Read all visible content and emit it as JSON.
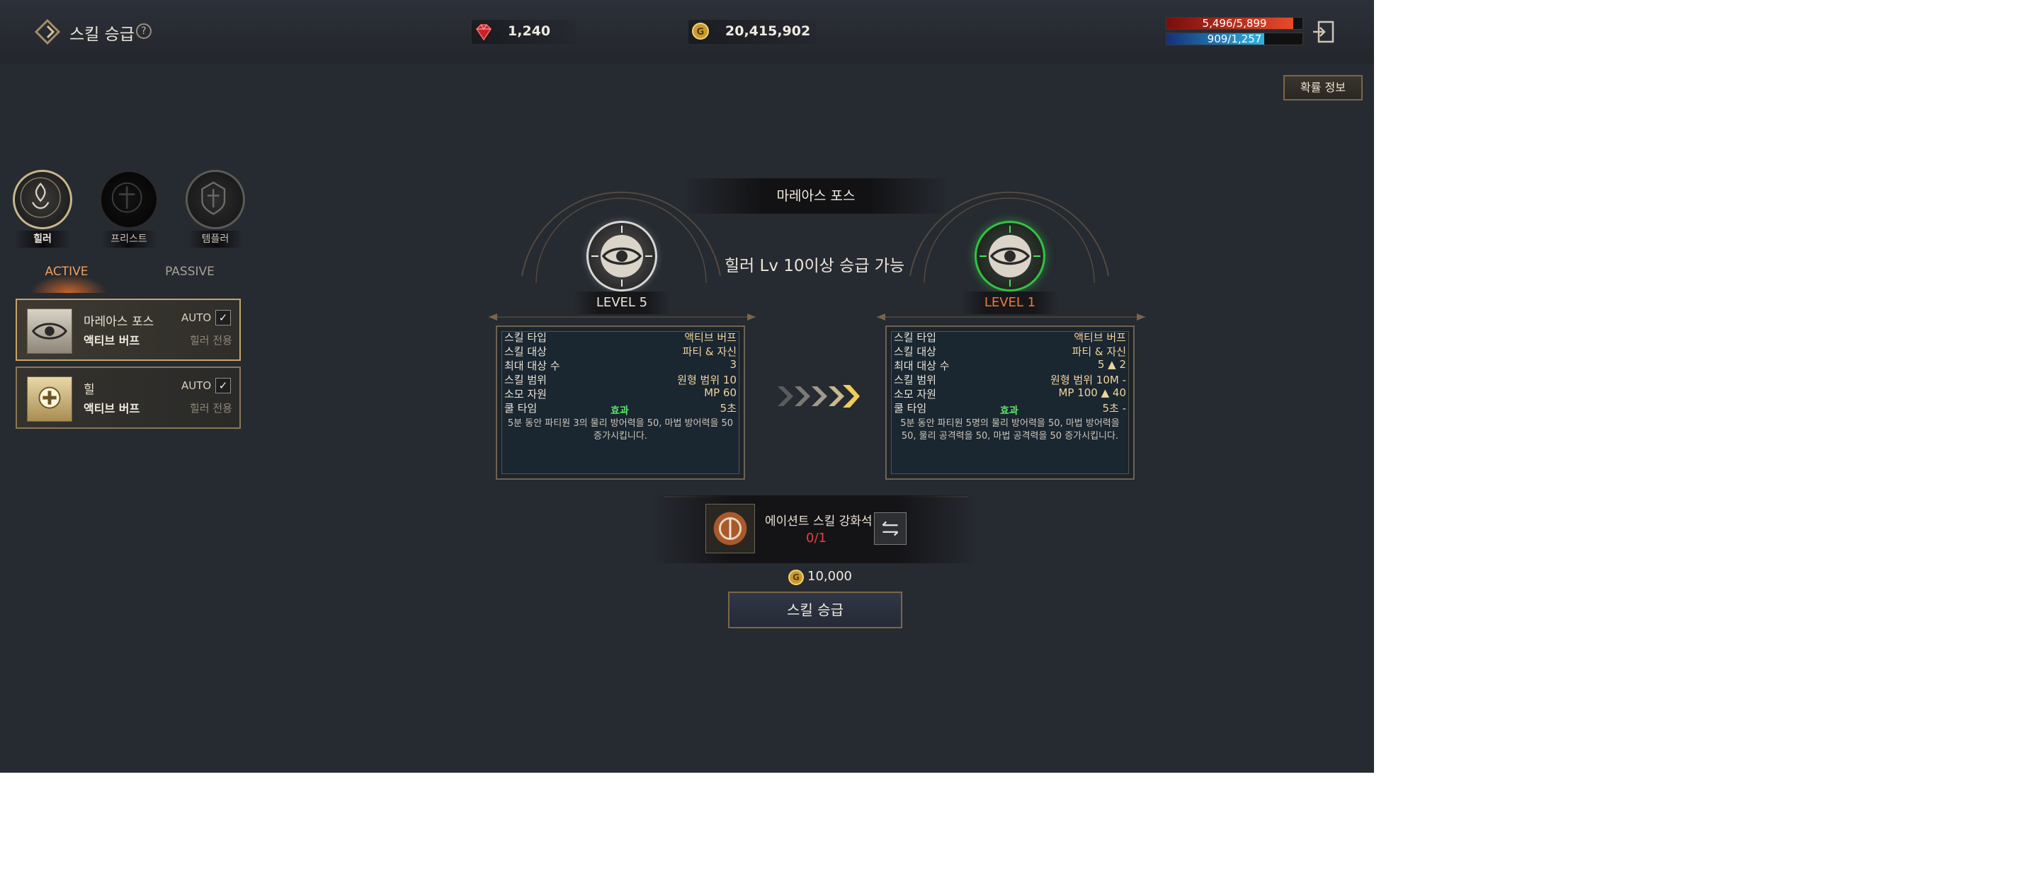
{
  "header": {
    "title": "스킬 승급",
    "help_icon": "?",
    "gems": "1,240",
    "gold": "20,415,902",
    "hp": "5,496/5,899",
    "mp": "909/1,257",
    "hp_ratio": 0.93,
    "mp_ratio": 0.72
  },
  "probability_button": "확률 정보",
  "classes": [
    {
      "label": "힐러",
      "selected": true
    },
    {
      "label": "프리스트",
      "selected": false
    },
    {
      "label": "템플러",
      "selected": false
    }
  ],
  "tabs": {
    "active": "ACTIVE",
    "passive": "PASSIVE"
  },
  "skills": [
    {
      "name": "마레아스 포스",
      "type": "액티브 버프",
      "auto": "AUTO",
      "class_only": "힐러 전용",
      "selected": true
    },
    {
      "name": "힐",
      "type": "액티브 버프",
      "auto": "AUTO",
      "class_only": "힐러 전용",
      "selected": false
    }
  ],
  "upgrade": {
    "skill_title": "마레아스 포스",
    "requirement": "힐러 Lv 10이상 승급 가능",
    "current": {
      "level": "LEVEL 5",
      "stats": [
        {
          "label": "스킬 타입",
          "value": "액티브 버프"
        },
        {
          "label": "스킬 대상",
          "value": "파티 & 자신"
        },
        {
          "label": "최대 대상 수",
          "value": "3"
        },
        {
          "label": "스킬 범위",
          "value": "원형 범위 10"
        },
        {
          "label": "소모 자원",
          "value": "MP 60"
        },
        {
          "label": "쿨 타임",
          "value": "5초"
        }
      ],
      "effect_label": "효과",
      "description": "5분 동안 파티원 3의 물리 방어력을 50, 마법 방어력을 50 증가시킵니다."
    },
    "next": {
      "level": "LEVEL 1",
      "stats": [
        {
          "label": "스킬 타입",
          "value": "액티브 버프"
        },
        {
          "label": "스킬 대상",
          "value": "파티 & 자신"
        },
        {
          "label": "최대 대상 수",
          "value": "5 ▲ 2"
        },
        {
          "label": "스킬 범위",
          "value": "원형 범위 10M -"
        },
        {
          "label": "소모 자원",
          "value": "MP 100 ▲ 40"
        },
        {
          "label": "쿨 타임",
          "value": "5초 -"
        }
      ],
      "effect_label": "효과",
      "description": "5분 동안 파티원 5명의 물리 방어력을 50, 마법 방어력을 50, 물리 공격력을 50, 마법 공격력을 50 증가시킵니다."
    },
    "material": {
      "name": "에이션트 스킬 강화석",
      "count": "0/1"
    },
    "cost": "10,000",
    "button": "스킬 승급"
  },
  "colors": {
    "background": "#262a31",
    "gold_accent": "#c6a56a",
    "level_next": "#ef7a3a",
    "green_ring": "#34c244",
    "red_count": "#e8413c"
  },
  "icons": {
    "title": "skill-upgrade-icon",
    "gem": "ruby-gem-icon",
    "gold": "gold-coin-icon",
    "exit": "exit-icon",
    "arrows": "chevron-arrows-icon"
  }
}
